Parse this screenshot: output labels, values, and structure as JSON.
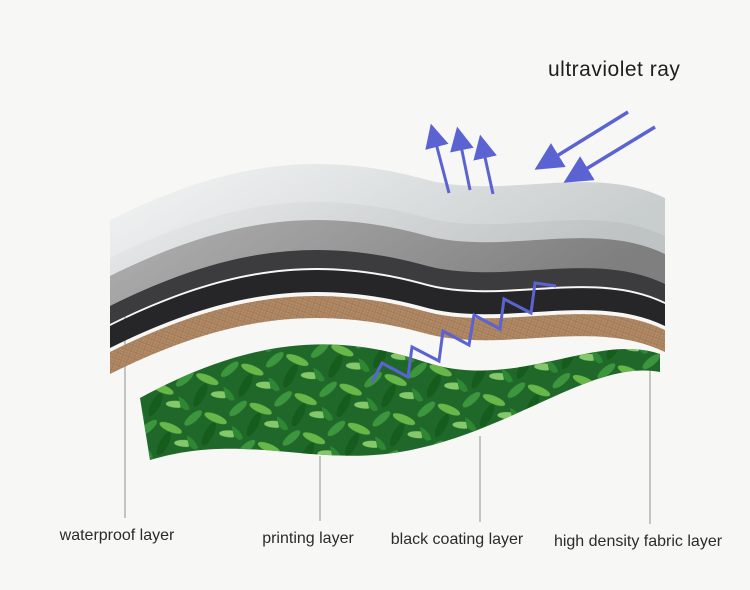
{
  "title": {
    "uv_label": "ultraviolet ray"
  },
  "labels": [
    {
      "text": "waterproof layer"
    },
    {
      "text": "printing layer"
    },
    {
      "text": "black coating layer"
    },
    {
      "text": "high density fabric layer"
    }
  ],
  "layers": [
    {
      "name": "waterproof layer (top translucent sheet)",
      "color_top": "#f4f6f6",
      "color_bottom": "#c4c9ca"
    },
    {
      "name": "gray sheet",
      "color_top": "#b3b3b3",
      "color_bottom": "#7f7f80"
    },
    {
      "name": "black coating sheet 1",
      "color": "#3c3c3e"
    },
    {
      "name": "black coating sheet 2",
      "color": "#262628"
    },
    {
      "name": "high density fabric sheet",
      "color": "#b28a66"
    },
    {
      "name": "printing (leaf print) sheet",
      "color": "#20682a"
    }
  ],
  "colors": {
    "accent_blue": "#5b63d3",
    "leader_line": "#9a9a9a",
    "background": "#f7f7f5",
    "text": "#2b2b2b"
  },
  "icons": {
    "uv_incoming": "diagonal-down-left-arrow",
    "uv_reflected": "up-arrow",
    "spring": "zigzag-line"
  }
}
